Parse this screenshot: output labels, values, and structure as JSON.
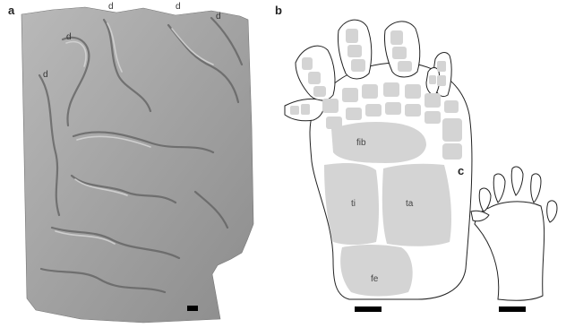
{
  "panels": {
    "a": {
      "label": "a",
      "digit_labels": [
        "d",
        "d",
        "d",
        "d",
        "d"
      ]
    },
    "b": {
      "label": "b",
      "regions": {
        "fib": "fib",
        "ti": "ti",
        "ta": "ta",
        "fe": "fe"
      }
    },
    "c": {
      "label": "c"
    }
  },
  "colors": {
    "fill": "#d4d4d4",
    "outline": "#222222",
    "cast_base": "#9d9d9d"
  }
}
